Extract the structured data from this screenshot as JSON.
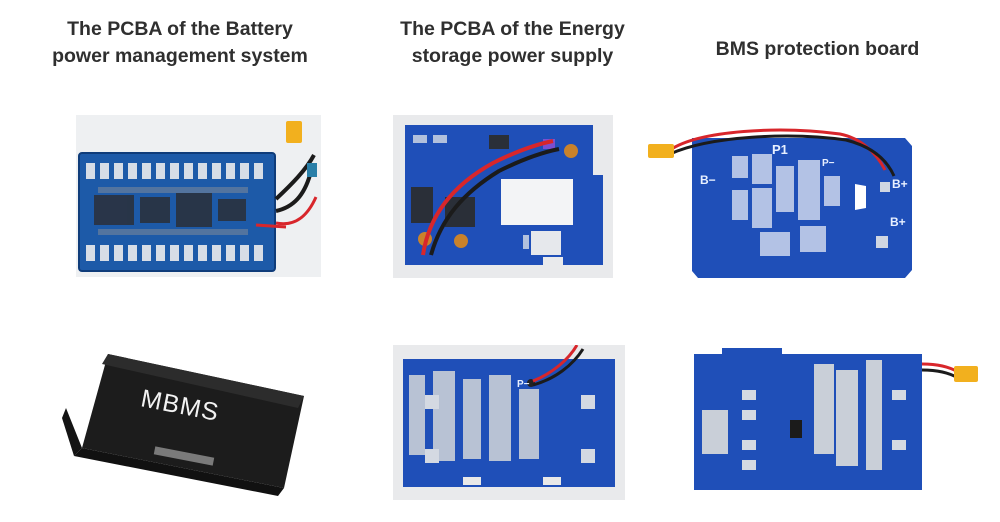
{
  "headings": {
    "col1_line1": "The PCBA of the Battery",
    "col1_line2": "power management system",
    "col2_line1": "The PCBA of the Energy",
    "col2_line2": "storage power supply",
    "col3": "BMS protection board"
  },
  "photos": {
    "bms_pcba": {
      "icon": "pcb-photo"
    },
    "energy_pcba": {
      "icon": "pcb-photo"
    },
    "protection_board_top": {
      "icon": "pcb-photo",
      "silk_p1": "P1",
      "silk_pminus": "P−",
      "silk_bminus": "B−",
      "silk_bplus_top": "B+",
      "silk_bplus_bottom": "B+"
    },
    "mbms_box": {
      "icon": "enclosure-photo",
      "label": "MBMS"
    },
    "energy_pcba_2": {
      "icon": "pcb-photo",
      "silk_pminus": "P−"
    },
    "protection_board_bottom": {
      "icon": "pcb-photo"
    }
  },
  "colors": {
    "pcb_blue": "#1f4fb8",
    "pcb_dark": "#163a8c",
    "wire_red": "#d8262b",
    "wire_black": "#1b1b1b",
    "connector_yellow": "#f2b01e",
    "enclosure_black": "#1c1c1c"
  }
}
